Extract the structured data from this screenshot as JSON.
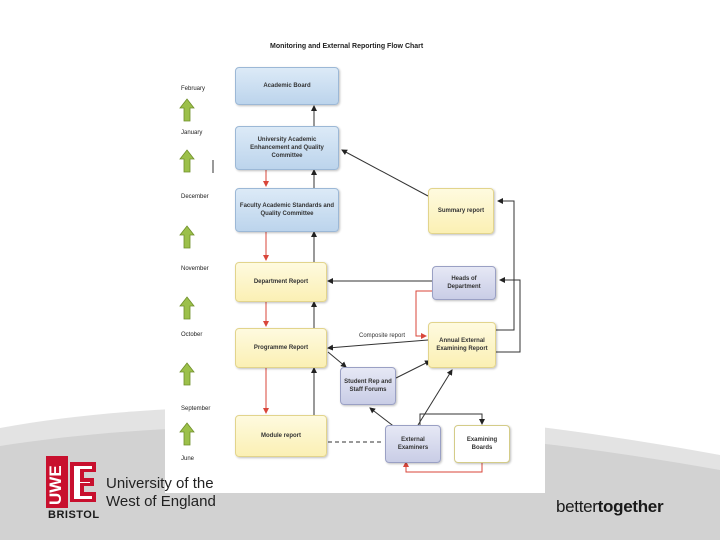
{
  "chart": {
    "title": "Monitoring and External Reporting Flow Chart",
    "months": [
      "February",
      "January",
      "December",
      "November",
      "October",
      "September",
      "June"
    ],
    "boxes": {
      "academic_board": "Academic Board",
      "university_committee": "University Academic Enhancement and Quality Committee",
      "faculty_committee": "Faculty Academic Standards and Quality Committee",
      "department_report": "Department Report",
      "programme_report": "Programme Report",
      "module_report": "Module report",
      "summary_report": "Summary report",
      "heads_of_department": "Heads of Department",
      "annual_external": "Annual External Examining Report",
      "student_rep": "Student Rep and Staff Forums",
      "external_examiners": "External Examiners",
      "examining_boards": "Examining Boards"
    },
    "composite_label": "Composite report"
  },
  "brand": {
    "logo_letters": "UWE",
    "university_line1": "University of the",
    "university_line2": "West of England",
    "city": "BRISTOL",
    "tagline_part1": "better",
    "tagline_part2": "together"
  },
  "colors": {
    "swoosh": "#dcdcdc",
    "logo_red": "#c8102e",
    "arrow_green": "#7fa832",
    "arrow_red": "#d9463a",
    "box_blue": "#c6dbf0",
    "box_yellow": "#fcf3c3",
    "box_lavender": "#d3d6ec"
  }
}
